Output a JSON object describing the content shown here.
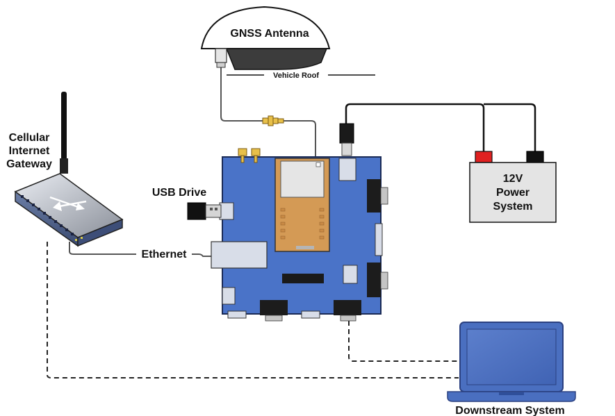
{
  "labels": {
    "gnss_antenna": "GNSS Antenna",
    "vehicle_roof": "Vehicle Roof",
    "cellular_line1": "Cellular",
    "cellular_line2": "Internet",
    "cellular_line3": "Gateway",
    "usb_drive": "USB Drive",
    "ethernet": "Ethernet",
    "power_line1": "12V",
    "power_line2": "Power",
    "power_line3": "System",
    "downstream": "Downstream System"
  },
  "colors": {
    "board": "#4A73C8",
    "board_outline": "#1a2a55",
    "module": "#D49A55",
    "connector": "#1c1c1c",
    "port": "#d8dde8",
    "sma": "#E8C04A",
    "red_terminal": "#E02020",
    "laptop_frame": "#4A6FC0",
    "laptop_screen": "#5576C4"
  },
  "icons": [
    "antenna-icon",
    "router-icon",
    "usb-drive-icon",
    "battery-icon",
    "laptop-icon",
    "circuit-board-icon"
  ]
}
